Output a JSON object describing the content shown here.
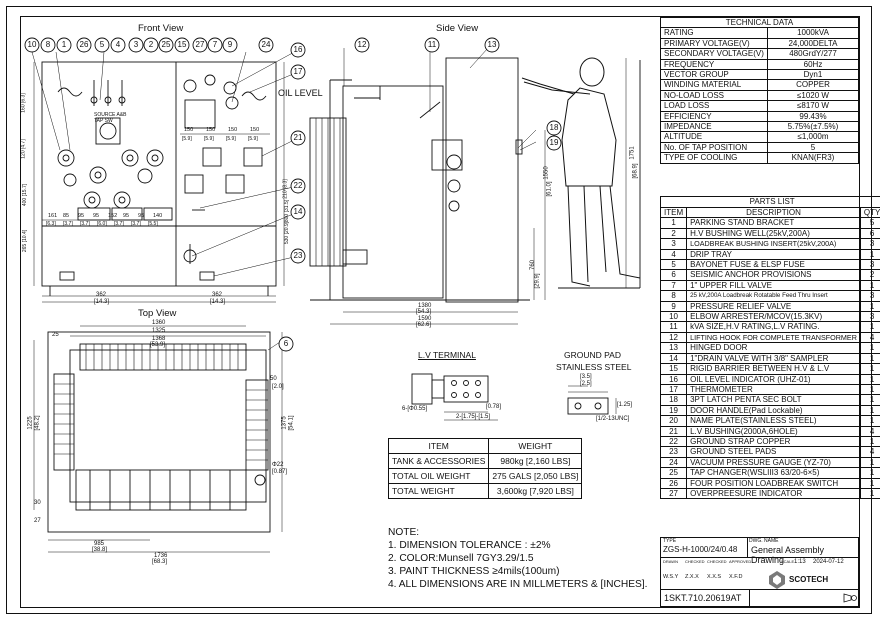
{
  "views": {
    "front": "Front View",
    "side": "Side View",
    "top": "Top View",
    "lv_terminal": "L.V TERMINAL",
    "ground_pad": "GROUND PAD",
    "ground_pad_material": "STAINLESS STEEL",
    "oil_level": "OIL LEVEL"
  },
  "balloons_front": [
    "10",
    "8",
    "1",
    "26",
    "5",
    "4",
    "3",
    "2",
    "25",
    "15",
    "27",
    "7",
    "9",
    "24",
    "16",
    "17",
    "21",
    "22",
    "14",
    "23"
  ],
  "balloons_side": [
    "12",
    "11",
    "13",
    "18",
    "19"
  ],
  "balloons_top": [
    "6"
  ],
  "front_labels": {
    "source_a": "SOURCE A&B\nTAP SW",
    "dims_bottom": [
      "161",
      "85",
      "95",
      "95",
      "152",
      "95",
      "95",
      "140"
    ],
    "dims_bottom_in": [
      "[6.3]",
      "[3.7]",
      "[3.7]",
      "[6.0]",
      "[3.7]",
      "[3.7]",
      "[5.5]"
    ],
    "dims_upper": [
      "150",
      "150",
      "150",
      "150"
    ],
    "dims_upper_in": [
      "[5.9]",
      "[5.9]",
      "[5.9]",
      "[5.9]"
    ],
    "width_left": "362",
    "width_left_in": "[14.3]",
    "width_right": "362",
    "width_right_in": "[14.3]",
    "left_dims": [
      "160 [6.3]",
      "120 [4.7]",
      "400 [15.7]",
      "265 [10.4]"
    ],
    "right_dims": [
      "210 [8.3]",
      "800 [31.5]",
      "530 [20.9]"
    ]
  },
  "side_labels": {
    "w1": "1380",
    "w1_in": "[54.3]",
    "w2": "1590",
    "w2_in": "[62.6]",
    "h1": "1751",
    "h1_in": "[68.9]",
    "h2": "1550",
    "h2_in": "[61.0]",
    "h3": "760",
    "h3_in": "[29.9]"
  },
  "top_labels": {
    "d1": "25",
    "d2": "1360",
    "d3": "1325",
    "d4": "1368",
    "d4_in": "[53.9]",
    "w_bottom": "985",
    "w_bottom_in": "[38.8]",
    "w_total": "1736",
    "w_total_in": "[68.3]",
    "h_left": "1225",
    "h_left_in": "[48.2]",
    "h_total": "1375",
    "h_total_in": "[54.1]",
    "phi": "Φ22",
    "phi_in": "[0.87]",
    "d_left": [
      "30",
      "27"
    ],
    "d_right": "50",
    "d_right_in": "[2.0]"
  },
  "lv_labels": {
    "hole": "6-[Φ0.55]",
    "d1": "[0.78]",
    "d2": "2-[1.75]-[1.5]"
  },
  "gp_labels": {
    "d1": "[3.5]",
    "d2": "[2.5]",
    "d3": "[1.25]",
    "thread": "[1/2-13UNC]"
  },
  "weight_table": {
    "headers": [
      "ITEM",
      "WEIGHT"
    ],
    "rows": [
      [
        "TANK & ACCESSORIES",
        "980kg [2,160 LBS]"
      ],
      [
        "TOTAL OIL WEIGHT",
        "275 GALS [2,050 LBS]"
      ],
      [
        "TOTAL WEIGHT",
        "3,600kg [7,920 LBS]"
      ]
    ]
  },
  "notes": {
    "title": "NOTE:",
    "items": [
      "1. DIMENSION TOLERANCE : ±2%",
      "2. COLOR:Munsell 7GY3.29/1.5",
      "3. PAINT THICKNESS  ≥4mils(100um)",
      "4. ALL DIMENSIONS ARE IN MILLMETERS & [INCHES]."
    ]
  },
  "technical_data": {
    "title": "TECHNICAL DATA",
    "rows": [
      [
        "RATING",
        "1000kVA"
      ],
      [
        "PRIMARY VOLTAGE(V)",
        "24,000DELTA"
      ],
      [
        "SECONDARY VOLTAGE(V)",
        "480GrdY/277"
      ],
      [
        "FREQUENCY",
        "60Hz"
      ],
      [
        "VECTOR  GROUP",
        "Dyn1"
      ],
      [
        "WINDING MATERIAL",
        "COPPER"
      ],
      [
        "NO-LOAD LOSS",
        "≤1020 W"
      ],
      [
        "LOAD LOSS",
        "≤8170 W"
      ],
      [
        "EFFICIENCY",
        "99.43%"
      ],
      [
        "IMPEDANCE",
        "5.75%(±7.5%)"
      ],
      [
        "ALTITUDE",
        "≤1,000m"
      ],
      [
        "No. OF TAP POSITION",
        "5"
      ],
      [
        "TYPE OF COOLING",
        "KNAN(FR3)"
      ]
    ]
  },
  "parts_list": {
    "title": "PARTS LIST",
    "headers": [
      "ITEM",
      "DESCRIPTION",
      "QTY"
    ],
    "rows": [
      [
        "1",
        "PARKING STAND BRACKET",
        "5"
      ],
      [
        "2",
        "H.V BUSHING WELL(25kV,200A)",
        "6"
      ],
      [
        "3",
        "LOADBREAK BUSHING INSERT(25kV,200A)",
        "3"
      ],
      [
        "4",
        "DRIP TRAY",
        "1"
      ],
      [
        "5",
        "BAYONET FUSE & ELSP FUSE",
        "3"
      ],
      [
        "6",
        "SEISMIC ANCHOR PROVISIONS",
        "2"
      ],
      [
        "7",
        "1\" UPPER FILL VALVE",
        "1"
      ],
      [
        "8",
        "25 kV,200A Loadbreak Rotatable Feed Thru Insert",
        "3"
      ],
      [
        "9",
        "PRESSURE RELIEF VALVE",
        "1"
      ],
      [
        "10",
        "ELBOW ARRESTER/MCOV(15.3KV)",
        "3"
      ],
      [
        "11",
        "kVA SIZE,H.V RATING,L.V RATING.",
        "1"
      ],
      [
        "12",
        "LIFTING HOOK FOR COMPLETE TRANSFORMER",
        "4"
      ],
      [
        "13",
        "HINGED DOOR",
        "1"
      ],
      [
        "14",
        "1\"DRAIN VALVE WITH 3/8\" SAMPLER",
        "1"
      ],
      [
        "15",
        "RIGID BARRIER BETWEEN H.V & L.V",
        "1"
      ],
      [
        "16",
        "OIL LEVEL INDICATOR (UHZ-01)",
        "1"
      ],
      [
        "17",
        "THERMOMETER",
        "1"
      ],
      [
        "18",
        "3PT LATCH PENTA SEC BOLT",
        "1"
      ],
      [
        "19",
        "DOOR HANDLE(Pad Lockable)",
        "1"
      ],
      [
        "20",
        "NAME PLATE(STAINLESS STEEL)",
        "1"
      ],
      [
        "21",
        "L.V BUSHING(2000A,6HOLE)",
        "4"
      ],
      [
        "22",
        "GROUND STRAP COPPER",
        "1"
      ],
      [
        "23",
        "GROUND STEEL PADS",
        "4"
      ],
      [
        "24",
        "VACUUM PRESSURE GAUGE (YZ-70)",
        "1"
      ],
      [
        "25",
        "TAP CHANGER(WSLIII3 63/20-6×5)",
        "1"
      ],
      [
        "26",
        "FOUR POSITION LOADBREAK SWITCH",
        "1"
      ],
      [
        "27",
        "OVERPREESURE INDICATOR",
        "1"
      ]
    ]
  },
  "title_block": {
    "type_label": "TYPE",
    "model": "ZGS-H-1000/24/0.48",
    "dwg_label": "DWG. NAME",
    "dwg_name": "General Assembly Drawing",
    "small_headers": [
      "DRAWN",
      "CHECKED",
      "CHECKED",
      "APPROVED"
    ],
    "signers": [
      "W.S.Y",
      "Z.X.X",
      "X.X.S",
      "X.F.D"
    ],
    "scale_label": "SCALE",
    "scale": "1:13",
    "date": "2024-07-12",
    "company": "SCOTECH",
    "doc_no": "1SKT.710.20619AT"
  }
}
